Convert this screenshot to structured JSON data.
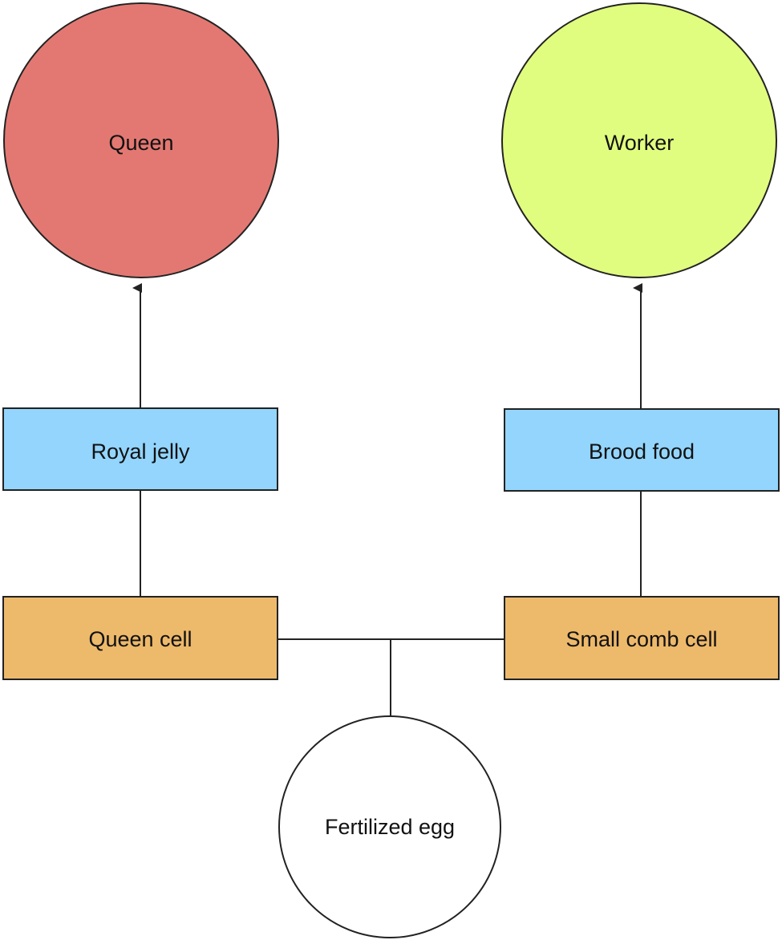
{
  "nodes": {
    "queen": {
      "label": "Queen",
      "shape": "circle",
      "fill": "#E37872"
    },
    "worker": {
      "label": "Worker",
      "shape": "circle",
      "fill": "#E1FD7F"
    },
    "royal_jelly": {
      "label": "Royal jelly",
      "shape": "rect",
      "fill": "#93D5FD"
    },
    "brood_food": {
      "label": "Brood food",
      "shape": "rect",
      "fill": "#93D5FD"
    },
    "queen_cell": {
      "label": "Queen cell",
      "shape": "rect",
      "fill": "#EDB96B"
    },
    "small_comb_cell": {
      "label": "Small comb cell",
      "shape": "rect",
      "fill": "#EDB96B"
    },
    "fertilized_egg": {
      "label": "Fertilized egg",
      "shape": "circle",
      "fill": "#FFFFFF"
    }
  },
  "edges": [
    {
      "from": "royal_jelly",
      "to": "queen",
      "arrow": true
    },
    {
      "from": "brood_food",
      "to": "worker",
      "arrow": true
    },
    {
      "from": "queen_cell",
      "to": "royal_jelly",
      "arrow": false
    },
    {
      "from": "small_comb_cell",
      "to": "brood_food",
      "arrow": false
    },
    {
      "from": "fertilized_egg",
      "to": "queen_cell",
      "arrow": false
    },
    {
      "from": "fertilized_egg",
      "to": "small_comb_cell",
      "arrow": false
    }
  ],
  "colors": {
    "stroke": "#222222",
    "text": "#111111",
    "background": "#FFFFFF"
  }
}
